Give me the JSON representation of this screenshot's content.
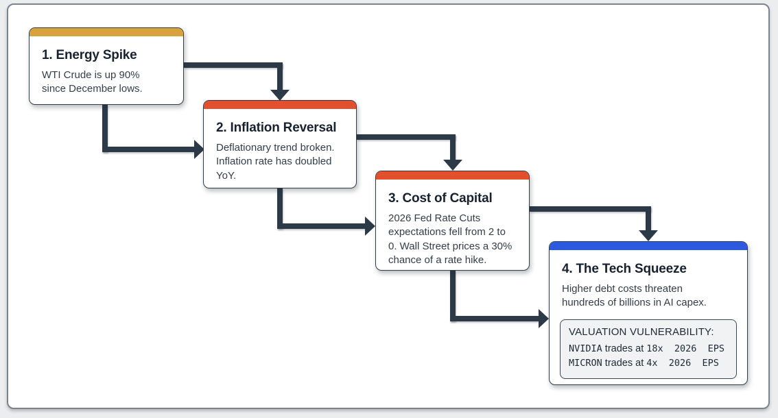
{
  "diagram": {
    "type": "flowchart",
    "steps": [
      {
        "number": "1",
        "title": "1. Energy Spike",
        "body": "WTI Crude is up 90% since December lows.",
        "accent_color": "#D8A33C"
      },
      {
        "number": "2",
        "title": "2. Inflation Reversal",
        "body": "Deflationary trend broken. Inflation rate has doubled YoY.",
        "accent_color": "#E2502E"
      },
      {
        "number": "3",
        "title": "3. Cost of Capital",
        "body": "2026 Fed Rate Cuts expectations fell from 2 to 0. Wall Street prices a 30% chance of a rate hike.",
        "accent_color": "#E2502E"
      },
      {
        "number": "4",
        "title": "4. The Tech Squeeze",
        "body": "Higher debt costs threaten hundreds of billions in AI capex.",
        "accent_color": "#2B59E0",
        "callout": {
          "heading": "VALUATION VULNERABILITY:",
          "lines": [
            {
              "segments": [
                {
                  "text": "NVIDIA",
                  "mono": true
                },
                {
                  "text": " trades at ",
                  "mono": false
                },
                {
                  "text": "18x  2026  EPS",
                  "mono": true
                }
              ]
            },
            {
              "segments": [
                {
                  "text": "MICRON",
                  "mono": true
                },
                {
                  "text": " trades at ",
                  "mono": false
                },
                {
                  "text": "4x  2026  EPS",
                  "mono": true
                }
              ]
            }
          ]
        }
      }
    ],
    "edges": [
      {
        "from": "1. Energy Spike",
        "to": "2. Inflation Reversal"
      },
      {
        "from": "2. Inflation Reversal",
        "to": "3. Cost of Capital"
      },
      {
        "from": "3. Cost of Capital",
        "to": "4. The Tech Squeeze"
      }
    ],
    "colors": {
      "arrow": "#2C3947",
      "box_border": "#303C49",
      "frame_border": "#7A848F",
      "page_background": "#ECEDEF",
      "callout_background": "#F1F2F4"
    }
  }
}
